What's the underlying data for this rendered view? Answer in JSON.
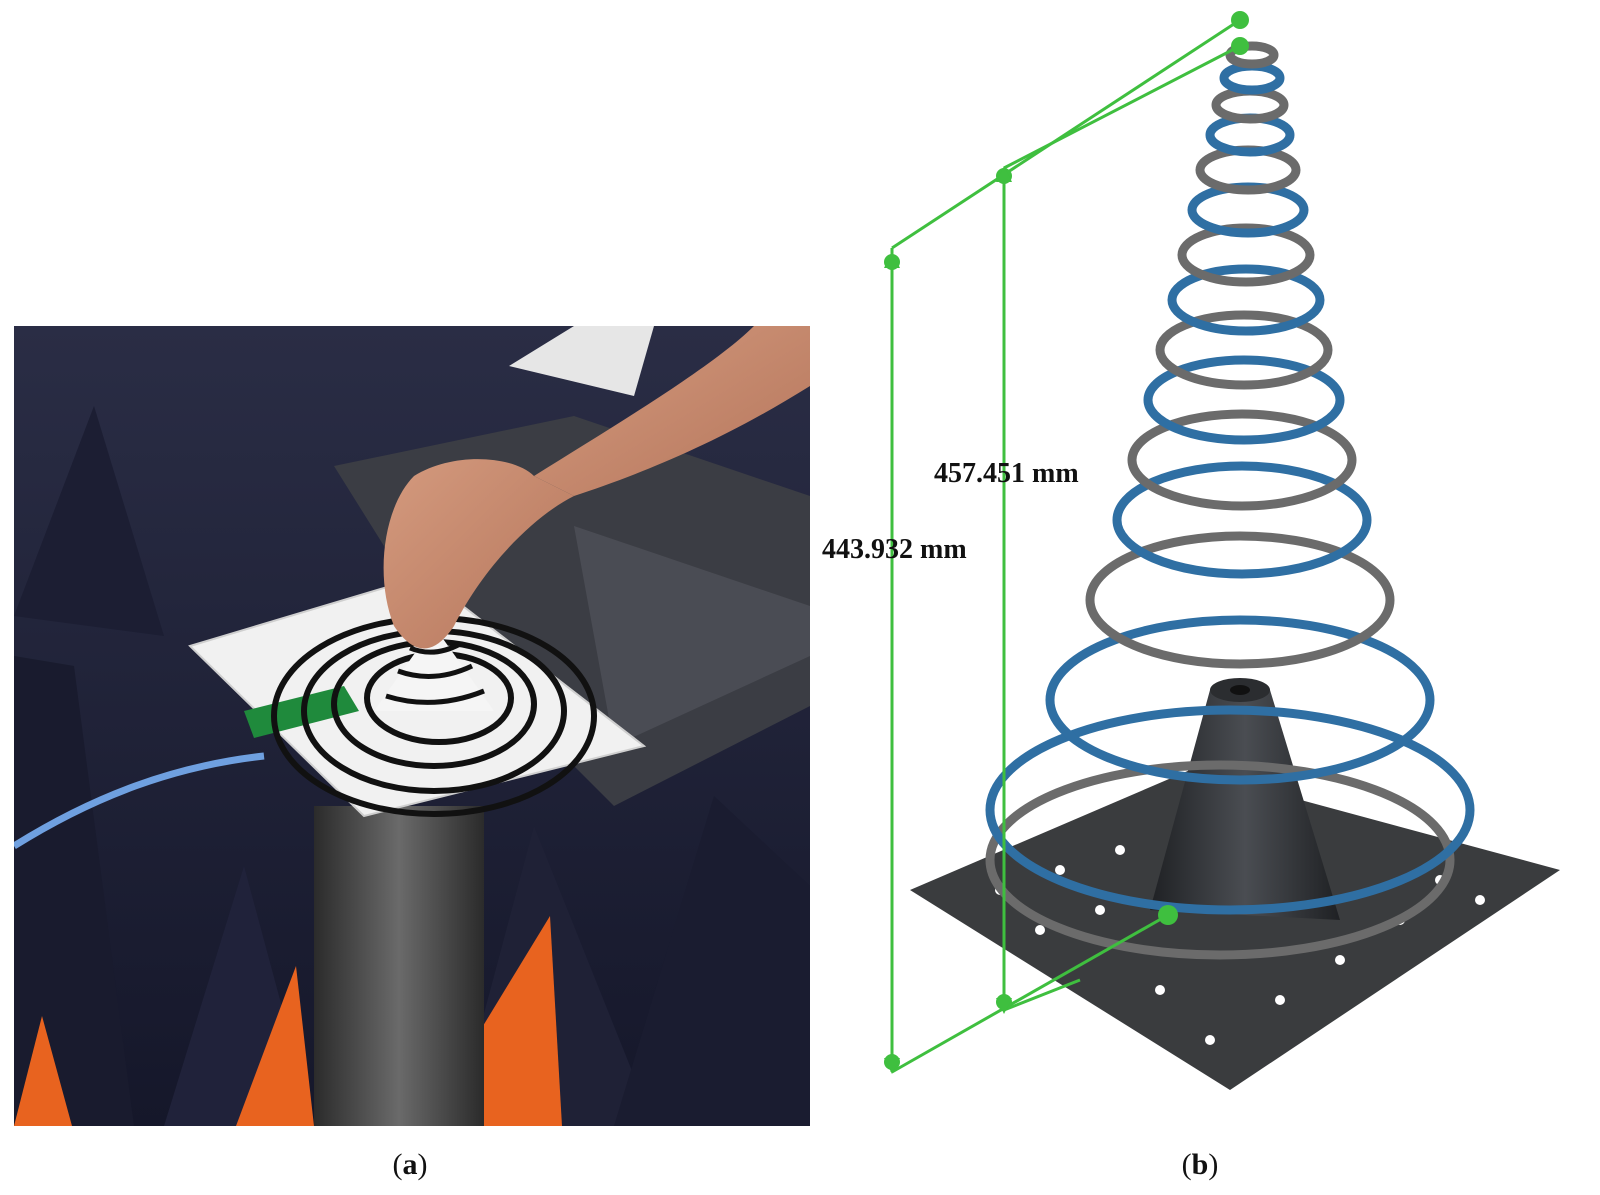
{
  "figure": {
    "panel_a": {
      "caption_open": "(",
      "caption_letter": "a",
      "caption_close": ")"
    },
    "panel_b": {
      "caption_open": "(",
      "caption_letter": "b",
      "caption_close": ")",
      "dimension_upper": "457.451 mm",
      "dimension_lower": "443.932 mm"
    }
  },
  "colors": {
    "measurement_green": "#3fbf3f",
    "coil_blue": "#2f6fa3",
    "coil_gray": "#6b6b6b",
    "plate_dark": "#3a3c3e",
    "absorber_orange": "#e8631f",
    "background_dark": "#23263a"
  }
}
